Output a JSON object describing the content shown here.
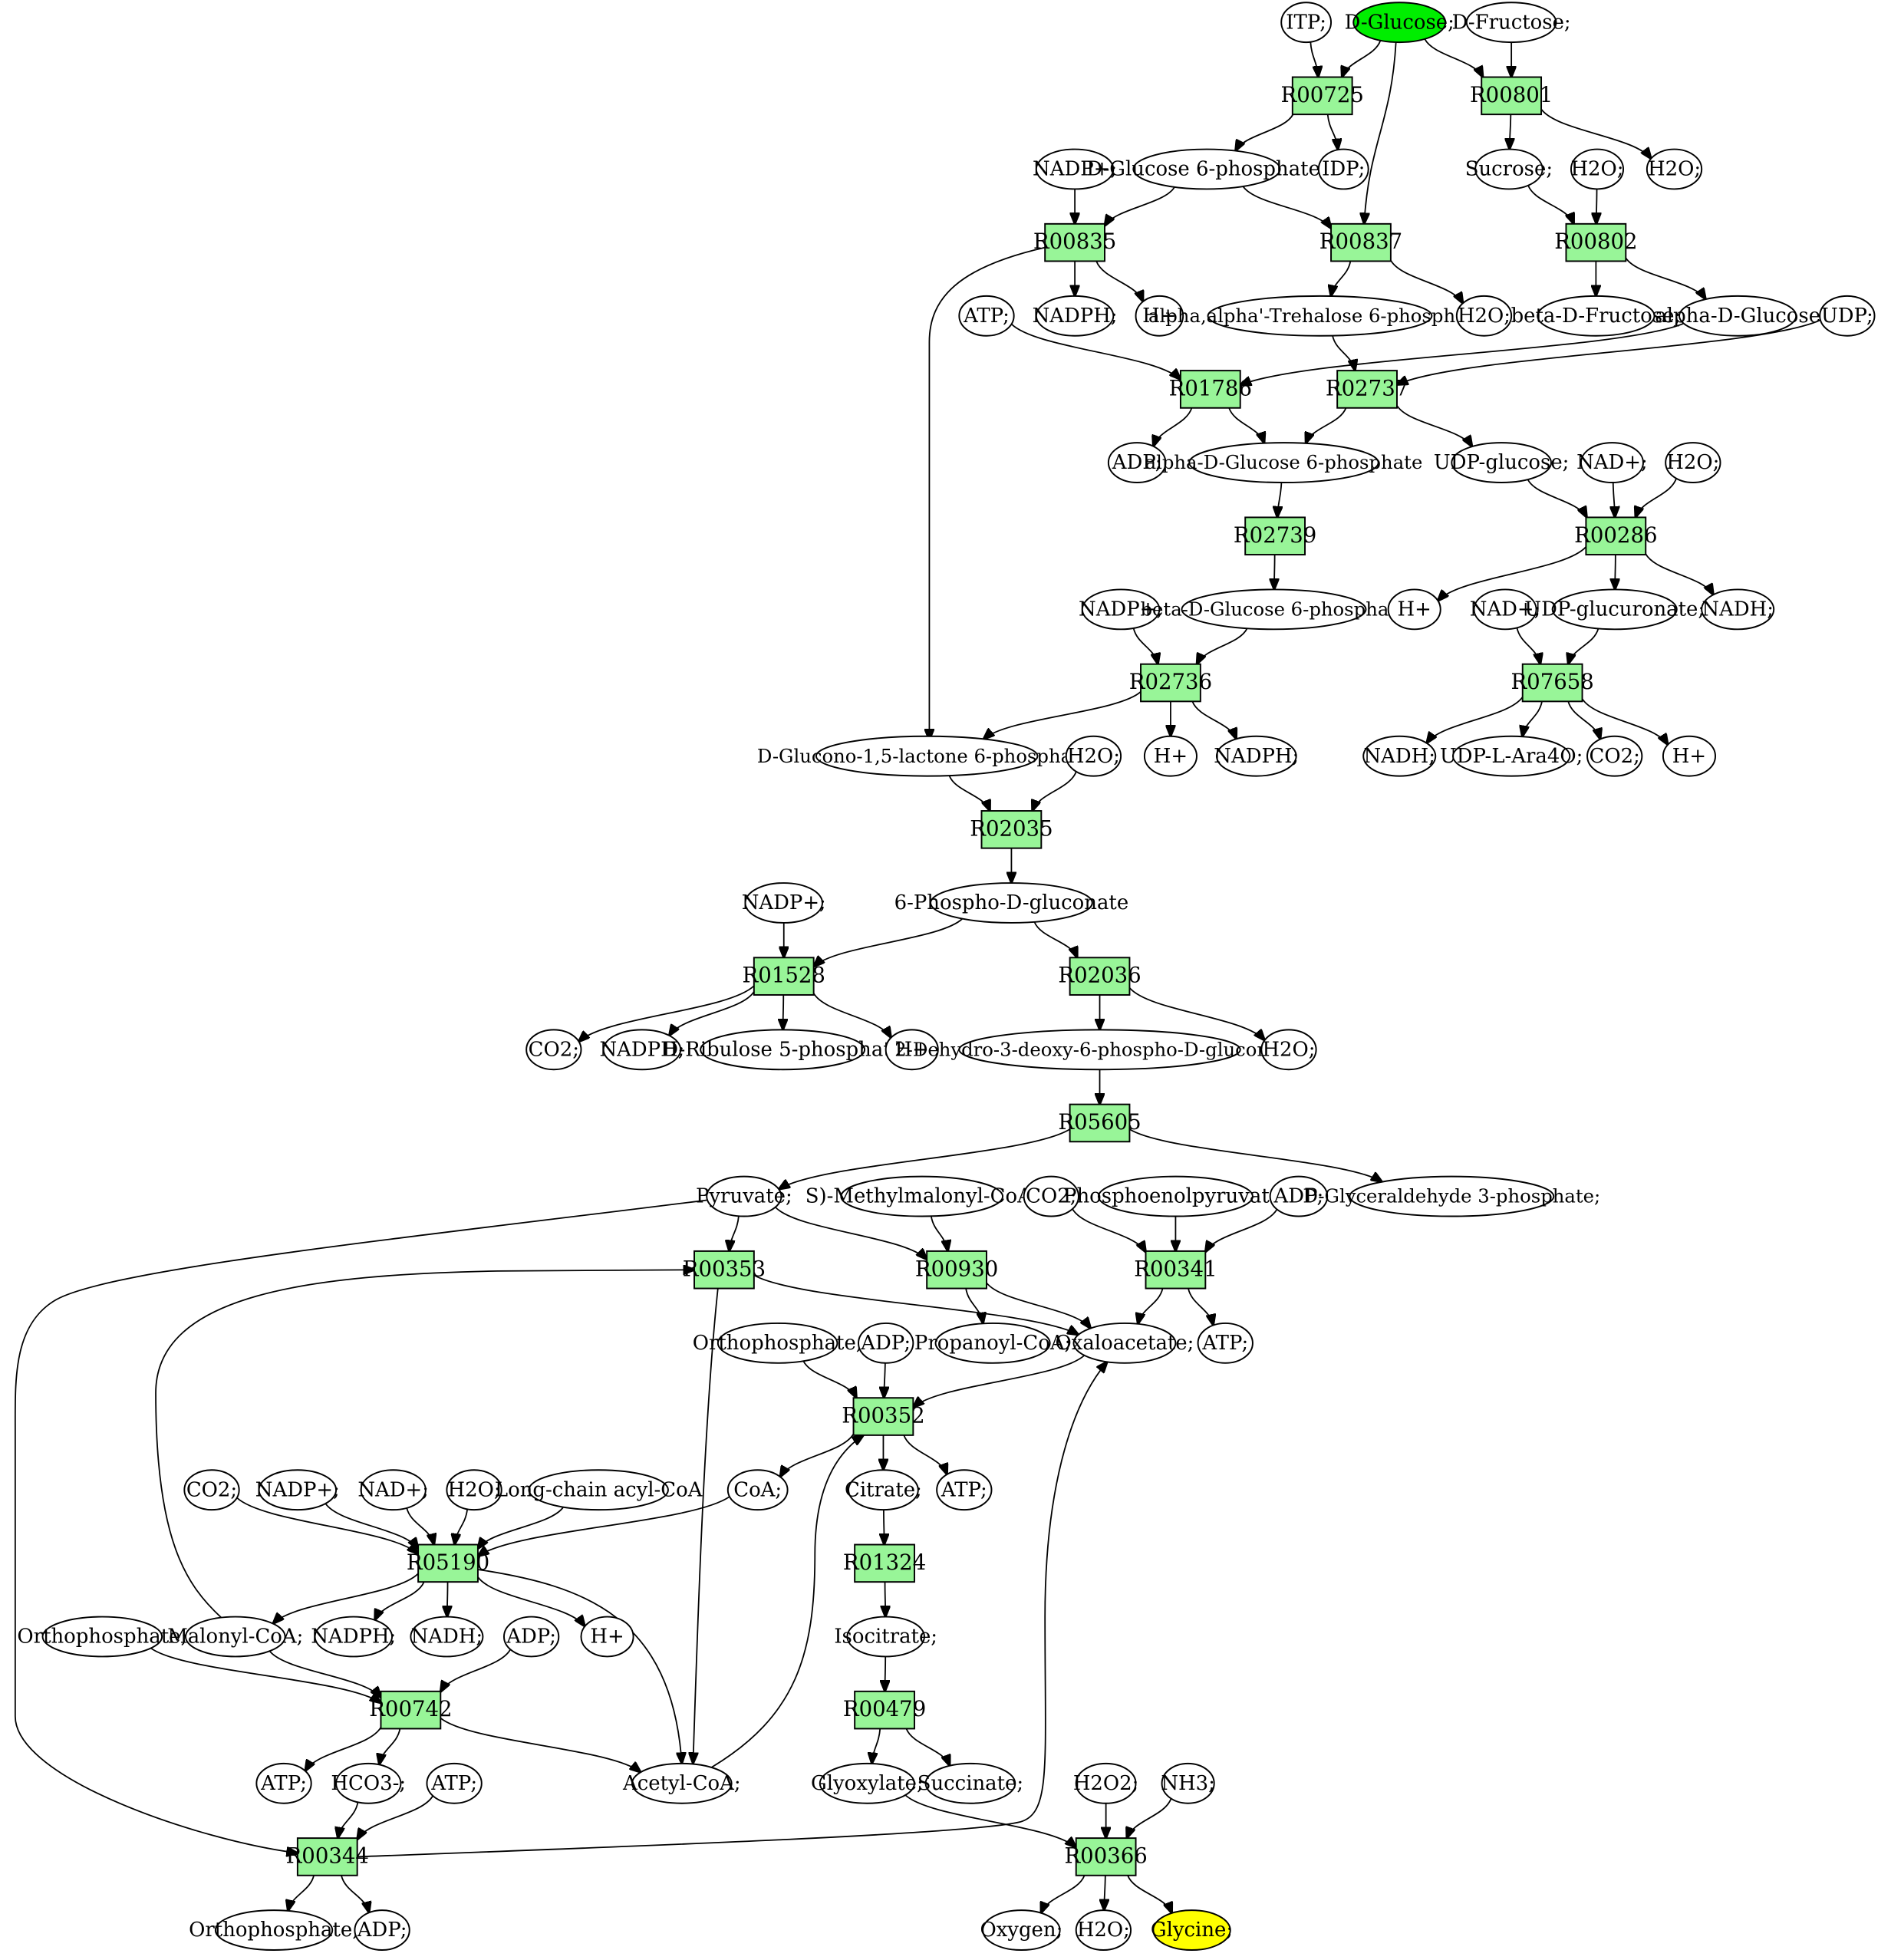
{
  "colors": {
    "reaction_fill": "#98f598",
    "start_fill": "#00ee00",
    "target_fill": "#ffff00",
    "default_fill": "#ffffff",
    "stroke": "#000000"
  },
  "nodes": [
    {
      "id": "itp",
      "label": "ITP;",
      "shape": "ellipse"
    },
    {
      "id": "dglucose",
      "label": "D-Glucose;",
      "shape": "ellipse",
      "role": "start"
    },
    {
      "id": "dfructose",
      "label": "D-Fructose;",
      "shape": "ellipse"
    },
    {
      "id": "r00725",
      "label": "R00725",
      "shape": "reaction"
    },
    {
      "id": "r00801",
      "label": "R00801",
      "shape": "reaction"
    },
    {
      "id": "nadp1",
      "label": "NADP+;",
      "shape": "ellipse"
    },
    {
      "id": "g6p",
      "label": "D-Glucose 6-phosphate;",
      "shape": "ellipse"
    },
    {
      "id": "idp",
      "label": "IDP;",
      "shape": "ellipse"
    },
    {
      "id": "sucrose",
      "label": "Sucrose;",
      "shape": "ellipse"
    },
    {
      "id": "h2o_a",
      "label": "H2O;",
      "shape": "ellipse"
    },
    {
      "id": "h2o_b",
      "label": "H2O;",
      "shape": "ellipse"
    },
    {
      "id": "r00835",
      "label": "R00835",
      "shape": "reaction"
    },
    {
      "id": "r00837",
      "label": "R00837",
      "shape": "reaction"
    },
    {
      "id": "r00802",
      "label": "R00802",
      "shape": "reaction"
    },
    {
      "id": "atp1",
      "label": "ATP;",
      "shape": "ellipse"
    },
    {
      "id": "nadph1",
      "label": "NADPH;",
      "shape": "ellipse"
    },
    {
      "id": "hplus1",
      "label": "H+",
      "shape": "ellipse"
    },
    {
      "id": "trehalose6p",
      "label": "alpha,alpha'-Trehalose 6-phosphate;",
      "shape": "ellipse"
    },
    {
      "id": "h2o_c",
      "label": "H2O;",
      "shape": "ellipse"
    },
    {
      "id": "bdfructose",
      "label": "beta-D-Fructose;",
      "shape": "ellipse"
    },
    {
      "id": "adglucose",
      "label": "alpha-D-Glucose",
      "shape": "ellipse"
    },
    {
      "id": "udp",
      "label": "UDP;",
      "shape": "ellipse"
    },
    {
      "id": "r01786",
      "label": "R01786",
      "shape": "reaction"
    },
    {
      "id": "r02737",
      "label": "R02737",
      "shape": "reaction"
    },
    {
      "id": "adp1",
      "label": "ADP;",
      "shape": "ellipse"
    },
    {
      "id": "ag6p",
      "label": "alpha-D-Glucose 6-phosphate",
      "shape": "ellipse"
    },
    {
      "id": "udpglucose",
      "label": "UDP-glucose;",
      "shape": "ellipse"
    },
    {
      "id": "nad1",
      "label": "NAD+;",
      "shape": "ellipse"
    },
    {
      "id": "h2o_d",
      "label": "H2O;",
      "shape": "ellipse"
    },
    {
      "id": "r02739",
      "label": "R02739",
      "shape": "reaction"
    },
    {
      "id": "r00286",
      "label": "R00286",
      "shape": "reaction"
    },
    {
      "id": "nadp2",
      "label": "NADP+;",
      "shape": "ellipse"
    },
    {
      "id": "bg6p",
      "label": "beta-D-Glucose 6-phosphate",
      "shape": "ellipse"
    },
    {
      "id": "hplus2",
      "label": "H+",
      "shape": "ellipse"
    },
    {
      "id": "nad2",
      "label": "NAD+;",
      "shape": "ellipse"
    },
    {
      "id": "udpglucuronate",
      "label": "UDP-glucuronate;",
      "shape": "ellipse"
    },
    {
      "id": "nadh1",
      "label": "NADH;",
      "shape": "ellipse"
    },
    {
      "id": "r02736",
      "label": "R02736",
      "shape": "reaction"
    },
    {
      "id": "r07658",
      "label": "R07658",
      "shape": "reaction"
    },
    {
      "id": "glucono",
      "label": "D-Glucono-1,5-lactone 6-phosphate;",
      "shape": "ellipse"
    },
    {
      "id": "h2o_e",
      "label": "H2O;",
      "shape": "ellipse"
    },
    {
      "id": "hplus3",
      "label": "H+",
      "shape": "ellipse"
    },
    {
      "id": "nadph2",
      "label": "NADPH;",
      "shape": "ellipse"
    },
    {
      "id": "nadh2",
      "label": "NADH;",
      "shape": "ellipse"
    },
    {
      "id": "udplara",
      "label": "UDP-L-Ara4O;",
      "shape": "ellipse"
    },
    {
      "id": "co2_a",
      "label": "CO2;",
      "shape": "ellipse"
    },
    {
      "id": "hplus4",
      "label": "H+",
      "shape": "ellipse"
    },
    {
      "id": "r02035",
      "label": "R02035",
      "shape": "reaction"
    },
    {
      "id": "nadp3",
      "label": "NADP+;",
      "shape": "ellipse"
    },
    {
      "id": "pgluconate",
      "label": "6-Phospho-D-gluconate",
      "shape": "ellipse"
    },
    {
      "id": "r01528",
      "label": "R01528",
      "shape": "reaction"
    },
    {
      "id": "r02036",
      "label": "R02036",
      "shape": "reaction"
    },
    {
      "id": "co2_b",
      "label": "CO2;",
      "shape": "ellipse"
    },
    {
      "id": "nadph3",
      "label": "NADPH;",
      "shape": "ellipse"
    },
    {
      "id": "ribulose",
      "label": "D-Ribulose 5-phosphate",
      "shape": "ellipse"
    },
    {
      "id": "hplus5",
      "label": "H+",
      "shape": "ellipse"
    },
    {
      "id": "kdpg",
      "label": "2-Dehydro-3-deoxy-6-phospho-D-gluconate;",
      "shape": "ellipse"
    },
    {
      "id": "h2o_f",
      "label": "H2O;",
      "shape": "ellipse"
    },
    {
      "id": "r05605",
      "label": "R05605",
      "shape": "reaction"
    },
    {
      "id": "pyruvate",
      "label": "Pyruvate;",
      "shape": "ellipse"
    },
    {
      "id": "smethyl",
      "label": "S)-Methylmalonyl-CoA;",
      "shape": "ellipse"
    },
    {
      "id": "co2_c",
      "label": "CO2;",
      "shape": "ellipse"
    },
    {
      "id": "pep",
      "label": "Phosphoenolpyruvate;",
      "shape": "ellipse"
    },
    {
      "id": "adp2",
      "label": "ADP;",
      "shape": "ellipse"
    },
    {
      "id": "gap",
      "label": "D-Glyceraldehyde 3-phosphate;",
      "shape": "ellipse"
    },
    {
      "id": "r00353",
      "label": "R00353",
      "shape": "reaction"
    },
    {
      "id": "r00930",
      "label": "R00930",
      "shape": "reaction"
    },
    {
      "id": "r00341",
      "label": "R00341",
      "shape": "reaction"
    },
    {
      "id": "orthop1",
      "label": "Orthophosphate;",
      "shape": "ellipse"
    },
    {
      "id": "adp3",
      "label": "ADP;",
      "shape": "ellipse"
    },
    {
      "id": "propanoyl",
      "label": "Propanoyl-CoA;",
      "shape": "ellipse"
    },
    {
      "id": "oxaloacetate",
      "label": "Oxaloacetate;",
      "shape": "ellipse"
    },
    {
      "id": "atp2",
      "label": "ATP;",
      "shape": "ellipse"
    },
    {
      "id": "r00352",
      "label": "R00352",
      "shape": "reaction"
    },
    {
      "id": "co2_d",
      "label": "CO2;",
      "shape": "ellipse"
    },
    {
      "id": "nadp4",
      "label": "NADP+;",
      "shape": "ellipse"
    },
    {
      "id": "nad3",
      "label": "NAD+;",
      "shape": "ellipse"
    },
    {
      "id": "h2o_g",
      "label": "H2O;",
      "shape": "ellipse"
    },
    {
      "id": "lcacyl",
      "label": "Long-chain acyl-CoA",
      "shape": "ellipse"
    },
    {
      "id": "coa",
      "label": "CoA;",
      "shape": "ellipse"
    },
    {
      "id": "citrate",
      "label": "Citrate;",
      "shape": "ellipse"
    },
    {
      "id": "atp3",
      "label": "ATP;",
      "shape": "ellipse"
    },
    {
      "id": "r05190",
      "label": "R05190",
      "shape": "reaction"
    },
    {
      "id": "r01324",
      "label": "R01324",
      "shape": "reaction"
    },
    {
      "id": "orthop2",
      "label": "Orthophosphate;",
      "shape": "ellipse"
    },
    {
      "id": "malonyl",
      "label": "Malonyl-CoA;",
      "shape": "ellipse"
    },
    {
      "id": "nadph4",
      "label": "NADPH;",
      "shape": "ellipse"
    },
    {
      "id": "nadh3",
      "label": "NADH;",
      "shape": "ellipse"
    },
    {
      "id": "adp4",
      "label": "ADP;",
      "shape": "ellipse"
    },
    {
      "id": "hplus6",
      "label": "H+",
      "shape": "ellipse"
    },
    {
      "id": "isocitrate",
      "label": "Isocitrate;",
      "shape": "ellipse"
    },
    {
      "id": "r00742",
      "label": "R00742",
      "shape": "reaction"
    },
    {
      "id": "r00479",
      "label": "R00479",
      "shape": "reaction"
    },
    {
      "id": "atp4",
      "label": "ATP;",
      "shape": "ellipse"
    },
    {
      "id": "hco3",
      "label": "HCO3-;",
      "shape": "ellipse"
    },
    {
      "id": "atp5",
      "label": "ATP;",
      "shape": "ellipse"
    },
    {
      "id": "acetylcoa",
      "label": "Acetyl-CoA;",
      "shape": "ellipse"
    },
    {
      "id": "glyoxylate",
      "label": "Glyoxylate;",
      "shape": "ellipse"
    },
    {
      "id": "succinate",
      "label": "Succinate;",
      "shape": "ellipse"
    },
    {
      "id": "h2o2",
      "label": "H2O2;",
      "shape": "ellipse"
    },
    {
      "id": "nh3",
      "label": "NH3;",
      "shape": "ellipse"
    },
    {
      "id": "r00344",
      "label": "R00344",
      "shape": "reaction"
    },
    {
      "id": "r00366",
      "label": "R00366",
      "shape": "reaction"
    },
    {
      "id": "orthop3",
      "label": "Orthophosphate;",
      "shape": "ellipse"
    },
    {
      "id": "adp5",
      "label": "ADP;",
      "shape": "ellipse"
    },
    {
      "id": "oxygen",
      "label": "Oxygen;",
      "shape": "ellipse"
    },
    {
      "id": "h2o_h",
      "label": "H2O;",
      "shape": "ellipse"
    },
    {
      "id": "glycine",
      "label": "Glycine;",
      "shape": "ellipse",
      "role": "target"
    }
  ],
  "edges": [
    [
      "itp",
      "r00725"
    ],
    [
      "dglucose",
      "r00725"
    ],
    [
      "dglucose",
      "r00837"
    ],
    [
      "dglucose",
      "r00801"
    ],
    [
      "dfructose",
      "r00801"
    ],
    [
      "r00725",
      "g6p"
    ],
    [
      "r00725",
      "idp"
    ],
    [
      "r00801",
      "sucrose"
    ],
    [
      "r00801",
      "h2o_b"
    ],
    [
      "nadp1",
      "r00835"
    ],
    [
      "g6p",
      "r00835"
    ],
    [
      "g6p",
      "r00837"
    ],
    [
      "sucrose",
      "r00802"
    ],
    [
      "h2o_a",
      "r00802"
    ],
    [
      "r00835",
      "nadph1"
    ],
    [
      "r00835",
      "hplus1"
    ],
    [
      "r00835",
      "glucono"
    ],
    [
      "r00837",
      "trehalose6p"
    ],
    [
      "r00837",
      "h2o_c"
    ],
    [
      "r00802",
      "bdfructose"
    ],
    [
      "r00802",
      "adglucose"
    ],
    [
      "atp1",
      "r01786"
    ],
    [
      "adglucose",
      "r01786"
    ],
    [
      "trehalose6p",
      "r02737"
    ],
    [
      "udp",
      "r02737"
    ],
    [
      "r01786",
      "adp1"
    ],
    [
      "r01786",
      "ag6p"
    ],
    [
      "r02737",
      "ag6p"
    ],
    [
      "r02737",
      "udpglucose"
    ],
    [
      "udpglucose",
      "r00286"
    ],
    [
      "nad1",
      "r00286"
    ],
    [
      "h2o_d",
      "r00286"
    ],
    [
      "ag6p",
      "r02739"
    ],
    [
      "r02739",
      "bg6p"
    ],
    [
      "r00286",
      "hplus2"
    ],
    [
      "r00286",
      "udpglucuronate"
    ],
    [
      "r00286",
      "nadh1"
    ],
    [
      "nadp2",
      "r02736"
    ],
    [
      "bg6p",
      "r02736"
    ],
    [
      "nad2",
      "r07658"
    ],
    [
      "udpglucuronate",
      "r07658"
    ],
    [
      "r02736",
      "glucono"
    ],
    [
      "r02736",
      "hplus3"
    ],
    [
      "r02736",
      "nadph2"
    ],
    [
      "r07658",
      "nadh2"
    ],
    [
      "r07658",
      "udplara"
    ],
    [
      "r07658",
      "co2_a"
    ],
    [
      "r07658",
      "hplus4"
    ],
    [
      "glucono",
      "r02035"
    ],
    [
      "h2o_e",
      "r02035"
    ],
    [
      "r02035",
      "pgluconate"
    ],
    [
      "nadp3",
      "r01528"
    ],
    [
      "pgluconate",
      "r01528"
    ],
    [
      "pgluconate",
      "r02036"
    ],
    [
      "r01528",
      "co2_b"
    ],
    [
      "r01528",
      "nadph3"
    ],
    [
      "r01528",
      "ribulose"
    ],
    [
      "r01528",
      "hplus5"
    ],
    [
      "r02036",
      "kdpg"
    ],
    [
      "r02036",
      "h2o_f"
    ],
    [
      "kdpg",
      "r05605"
    ],
    [
      "r05605",
      "pyruvate"
    ],
    [
      "r05605",
      "gap"
    ],
    [
      "pyruvate",
      "r00353"
    ],
    [
      "pyruvate",
      "r00930"
    ],
    [
      "pyruvate",
      "r00344"
    ],
    [
      "smethyl",
      "r00930"
    ],
    [
      "co2_c",
      "r00341"
    ],
    [
      "pep",
      "r00341"
    ],
    [
      "adp2",
      "r00341"
    ],
    [
      "r00353",
      "oxaloacetate"
    ],
    [
      "r00353",
      "acetylcoa"
    ],
    [
      "r00930",
      "propanoyl"
    ],
    [
      "r00930",
      "oxaloacetate"
    ],
    [
      "r00341",
      "oxaloacetate"
    ],
    [
      "r00341",
      "atp2"
    ],
    [
      "orthop1",
      "r00352"
    ],
    [
      "adp3",
      "r00352"
    ],
    [
      "oxaloacetate",
      "r00352"
    ],
    [
      "acetylcoa",
      "r00352"
    ],
    [
      "r00352",
      "coa"
    ],
    [
      "r00352",
      "citrate"
    ],
    [
      "r00352",
      "atp3"
    ],
    [
      "co2_d",
      "r05190"
    ],
    [
      "nadp4",
      "r05190"
    ],
    [
      "nad3",
      "r05190"
    ],
    [
      "h2o_g",
      "r05190"
    ],
    [
      "lcacyl",
      "r05190"
    ],
    [
      "coa",
      "r05190"
    ],
    [
      "r05190",
      "malonyl"
    ],
    [
      "r05190",
      "nadph4"
    ],
    [
      "r05190",
      "nadh3"
    ],
    [
      "r05190",
      "hplus6"
    ],
    [
      "r05190",
      "acetylcoa"
    ],
    [
      "malonyl",
      "r00353"
    ],
    [
      "citrate",
      "r01324"
    ],
    [
      "r01324",
      "isocitrate"
    ],
    [
      "orthop2",
      "r00742"
    ],
    [
      "malonyl",
      "r00742"
    ],
    [
      "adp4",
      "r00742"
    ],
    [
      "r00742",
      "hco3"
    ],
    [
      "r00742",
      "atp4"
    ],
    [
      "r00742",
      "acetylcoa"
    ],
    [
      "isocitrate",
      "r00479"
    ],
    [
      "r00479",
      "glyoxylate"
    ],
    [
      "r00479",
      "succinate"
    ],
    [
      "atp5",
      "r00344"
    ],
    [
      "hco3",
      "r00344"
    ],
    [
      "r00344",
      "oxaloacetate"
    ],
    [
      "r00344",
      "orthop3"
    ],
    [
      "r00344",
      "adp5"
    ],
    [
      "glyoxylate",
      "r00366"
    ],
    [
      "h2o2",
      "r00366"
    ],
    [
      "nh3",
      "r00366"
    ],
    [
      "r00366",
      "oxygen"
    ],
    [
      "r00366",
      "h2o_h"
    ],
    [
      "r00366",
      "glycine"
    ]
  ]
}
